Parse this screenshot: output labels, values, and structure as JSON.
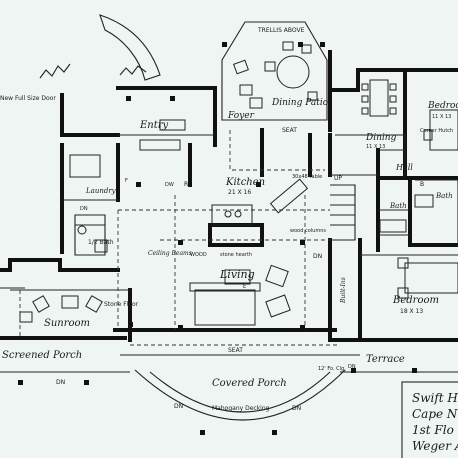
{
  "rooms": {
    "trellis": "TRELLIS ABOVE",
    "dining_patio": "Dining Patio",
    "entry": "Entry",
    "foyer": "Foyer",
    "dining": "Dining",
    "dining_dim": "11 X 13",
    "bedroom_top": "Bedroom",
    "bedroom_top_dim": "11 X 13",
    "corner_hutch": "Corner Hutch",
    "new_door": "New Full Size Door",
    "kitchen": "Kitchen",
    "kitchen_dim": "21 X 16",
    "table": "30x48 Table",
    "laundry": "Laundry",
    "hall": "Hall",
    "bath_right": "Bath",
    "bath_right2": "Bath",
    "half_bath": "1/2 Bath",
    "ceiling_beams": "Ceiling Beams",
    "wood": "WOOD",
    "stone_hearth": "stone hearth",
    "wood_columns": "wood columns",
    "living": "Living",
    "sunroom": "Sunroom",
    "stone_floor": "Stone Floor",
    "built_ins": "Built-Ins",
    "bedroom_bottom": "Bedroom",
    "bedroom_bottom_dim": "18 X 13",
    "screened_porch": "Screened Porch",
    "terrace": "Terrace",
    "seat_top": "SEAT",
    "seat_bottom": "SEAT",
    "covered_porch": "Covered Porch",
    "mahogany": "Mahogany Decking",
    "ceiling_note": "12' Fo. Clg.",
    "up": "UP",
    "dn_labels": [
      "DN",
      "DN",
      "DN",
      "DN",
      "DN",
      "DN"
    ],
    "small_labels": [
      "DW",
      "R",
      "B",
      "F"
    ],
    "e": "E"
  },
  "title_block": {
    "line1": "Swift H",
    "line2": "Cape N",
    "line3": "1st Flo",
    "line4": "Weger A"
  },
  "colors": {
    "paper": "#eef5f2",
    "ink": "#111111"
  }
}
